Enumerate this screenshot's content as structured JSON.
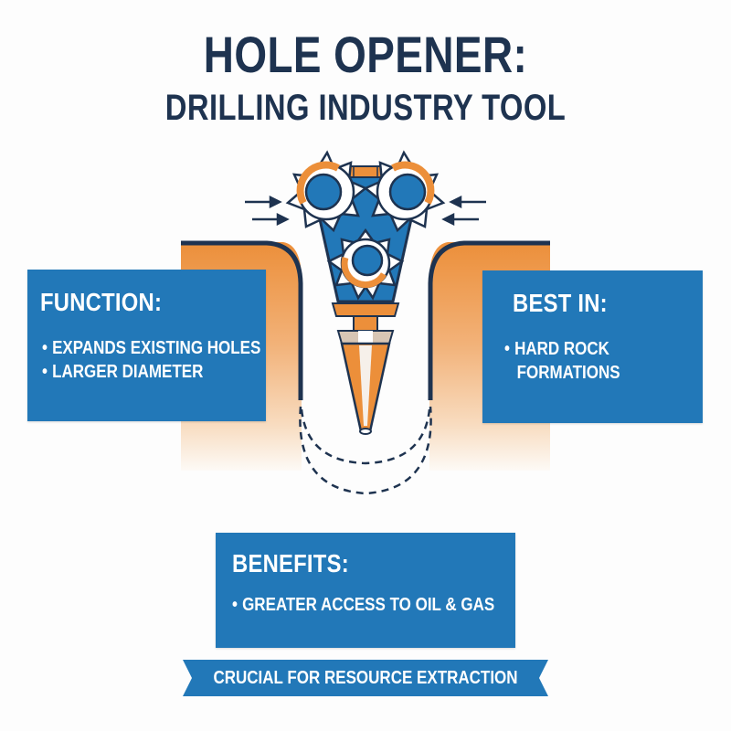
{
  "header": {
    "title_line1": "HOLE OPENER:",
    "title_line2": "DRILLING INDUSTRY TOOL"
  },
  "illustration": {
    "subject": "hole-opener-drill-bit",
    "elements": [
      "three-cone-gear-cutters",
      "drill-body",
      "pilot-bit",
      "inward-arrows",
      "borehole",
      "expanded-hole-dashed-outline",
      "rock-ground-layer"
    ]
  },
  "cards": {
    "function": {
      "heading": "FUNCTION:",
      "bullets": [
        "EXPANDS EXISTING HOLES",
        "LARGER DIAMETER"
      ]
    },
    "best_in": {
      "heading": "BEST IN:",
      "bullets": [
        "HARD ROCK",
        "FORMATIONS"
      ]
    },
    "benefits": {
      "heading": "BENEFITS:",
      "bullets": [
        "GREATER ACCESS TO OIL & GAS"
      ]
    }
  },
  "banner": {
    "text": "CRUCIAL FOR RESOURCE EXTRACTION"
  },
  "colors": {
    "navy": "#1e3350",
    "blue": "#2278b8",
    "orange": "#ec8f3a",
    "background": "#fdfdfd"
  }
}
